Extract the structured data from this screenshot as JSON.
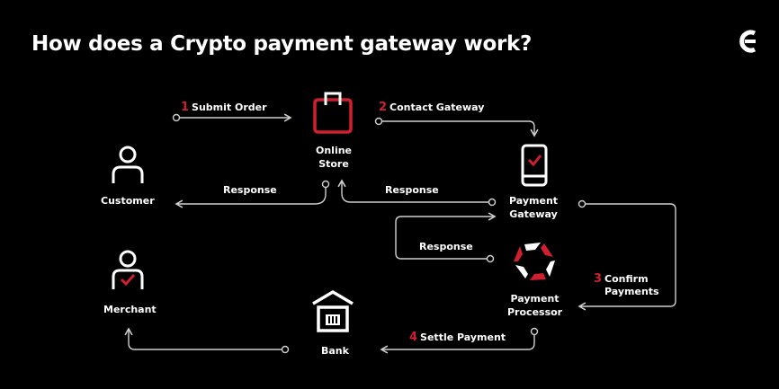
{
  "title": "How does a Crypto payment gateway work?",
  "colors": {
    "accent": "#d01f2e",
    "line": "#cfcfcf",
    "text": "#ffffff",
    "background": "#000000"
  },
  "brand": {
    "logo_icon": "brand-c-logo-icon"
  },
  "nodes": {
    "customer": {
      "label": "Customer",
      "icon": "person-icon"
    },
    "online_store": {
      "line1": "Online",
      "line2": "Store",
      "icon": "shopping-bag-icon"
    },
    "payment_gateway": {
      "line1": "Payment",
      "line2": "Gateway",
      "icon": "smartphone-check-icon"
    },
    "payment_processor": {
      "line1": "Payment",
      "line2": "Processor",
      "icon": "processor-cycle-icon"
    },
    "merchant": {
      "label": "Merchant",
      "icon": "merchant-check-icon"
    },
    "bank": {
      "label": "Bank",
      "icon": "bank-icon"
    }
  },
  "steps": [
    {
      "number": "1",
      "label": "Submit Order"
    },
    {
      "number": "2",
      "label": "Contact Gateway"
    },
    {
      "number": "3",
      "line1": "Confirm",
      "line2": "Payments"
    },
    {
      "number": "4",
      "label": "Settle Payment"
    }
  ],
  "responses": [
    {
      "label": "Response"
    },
    {
      "label": "Response"
    },
    {
      "label": "Response"
    }
  ]
}
